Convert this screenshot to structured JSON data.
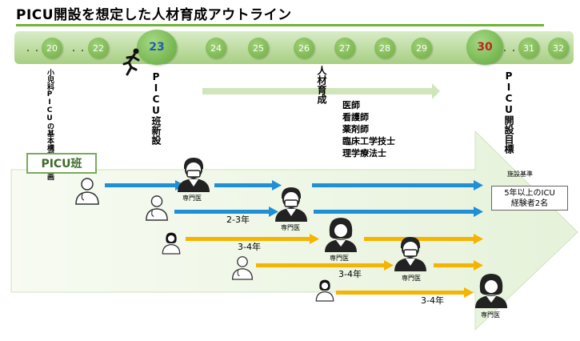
{
  "title": "PICU開設を想定した人材育成アウトライン",
  "timeline": {
    "dots": "・・・",
    "years": [
      "20",
      "22",
      "23",
      "24",
      "25",
      "26",
      "27",
      "28",
      "29",
      "30",
      "31",
      "32"
    ],
    "start_year": "23",
    "goal_year": "30"
  },
  "labels": {
    "basic_plan": "小児科PICUの基本構想・計画",
    "picu_team": "PICU班新設",
    "hr_dev": "人材育成",
    "picu_goal": "PICU開設目標",
    "professions": [
      "医師",
      "看護師",
      "薬剤師",
      "臨床工学技士",
      "理学療法士"
    ]
  },
  "picu_box": "PICU班",
  "goal": {
    "criteria": "施設基準",
    "line1": "5年以上のICU",
    "line2": "経験者2名"
  },
  "specialist": "専門医",
  "durations": {
    "d1": "2-3年",
    "d2": "3-4年",
    "d3": "3-4年",
    "d4": "3-4年"
  },
  "colors": {
    "timeline_green": "#8fc26a",
    "blue_arrow": "#1f8fd8",
    "yellow_arrow": "#f5b400",
    "goal_red": "#c0241d",
    "start_blue": "#1f5fa8"
  }
}
